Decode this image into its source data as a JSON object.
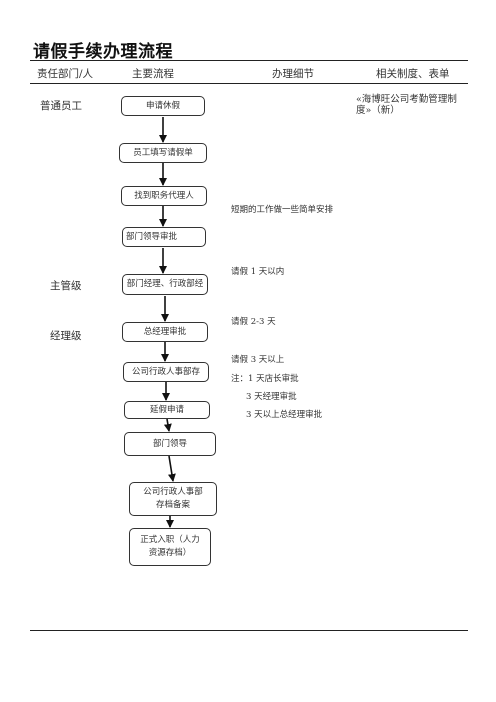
{
  "title": "请假手续办理流程",
  "headers": {
    "department": "责任部门/人",
    "process": "主要流程",
    "details": "办理细节",
    "policies": "相关制度、表单"
  },
  "departments": {
    "staff": "普通员工",
    "supervisor": "主管级",
    "manager": "经理级"
  },
  "steps": [
    "申请休假",
    "员工填写请假单",
    "找到职务代理人",
    "部门领导审批",
    "部门经理、行政部经",
    "总经理审批",
    "公司行政人事部存",
    "延假申请",
    "部门领导",
    "公司行政人事部存档备案",
    "正式入职（人力资源存档）"
  ],
  "details": {
    "handover": "短期的工作做一些简单安排",
    "one_day": "请假 1 天以内",
    "two_three_days": "请假 2-3 天",
    "over_three": "请假 3 天以上",
    "note_1": "注：1 天店长审批",
    "note_2": "3 天经理审批",
    "note_3": "3 天以上总经理审批"
  },
  "policy": "«海博旺公司考勤管理制度»（新）"
}
